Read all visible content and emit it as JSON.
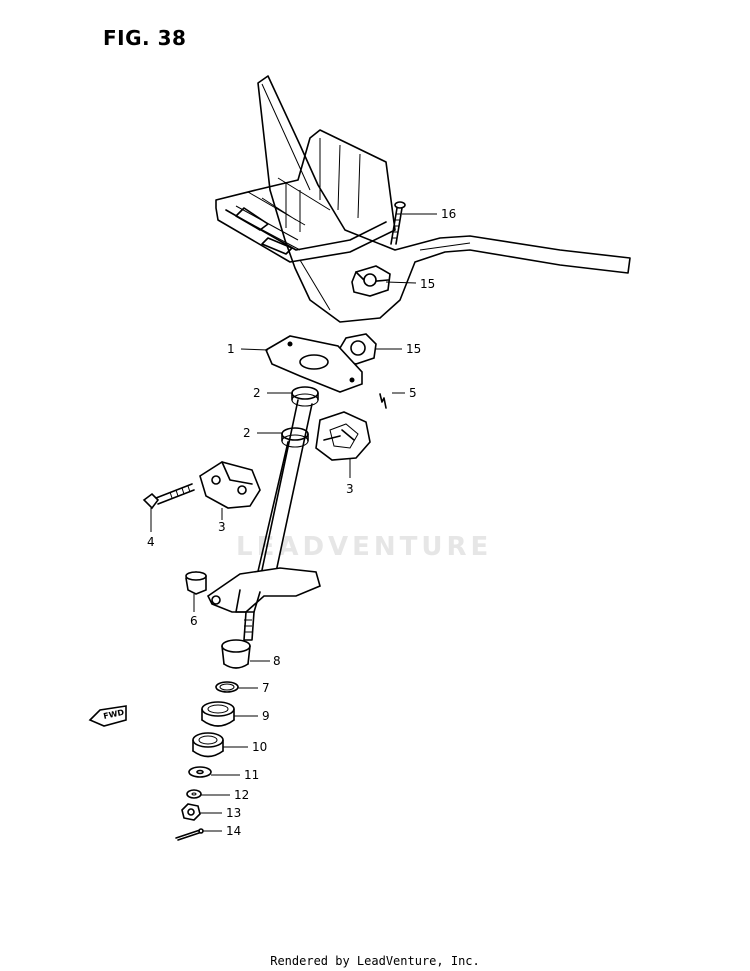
{
  "figure": {
    "title": "FIG. 38"
  },
  "watermark": "LEADVENTURE",
  "fwd_label": "FWD",
  "callouts": [
    {
      "id": "16",
      "label": "16"
    },
    {
      "id": "15a",
      "label": "15"
    },
    {
      "id": "1",
      "label": "1"
    },
    {
      "id": "15b",
      "label": "15"
    },
    {
      "id": "2a",
      "label": "2"
    },
    {
      "id": "5",
      "label": "5"
    },
    {
      "id": "2b",
      "label": "2"
    },
    {
      "id": "3a",
      "label": "3"
    },
    {
      "id": "4",
      "label": "4"
    },
    {
      "id": "3b",
      "label": "3"
    },
    {
      "id": "6",
      "label": "6"
    },
    {
      "id": "8",
      "label": "8"
    },
    {
      "id": "7",
      "label": "7"
    },
    {
      "id": "9",
      "label": "9"
    },
    {
      "id": "10",
      "label": "10"
    },
    {
      "id": "11",
      "label": "11"
    },
    {
      "id": "12",
      "label": "12"
    },
    {
      "id": "13",
      "label": "13"
    },
    {
      "id": "14",
      "label": "14"
    }
  ],
  "footer": "Rendered by LeadVenture, Inc."
}
